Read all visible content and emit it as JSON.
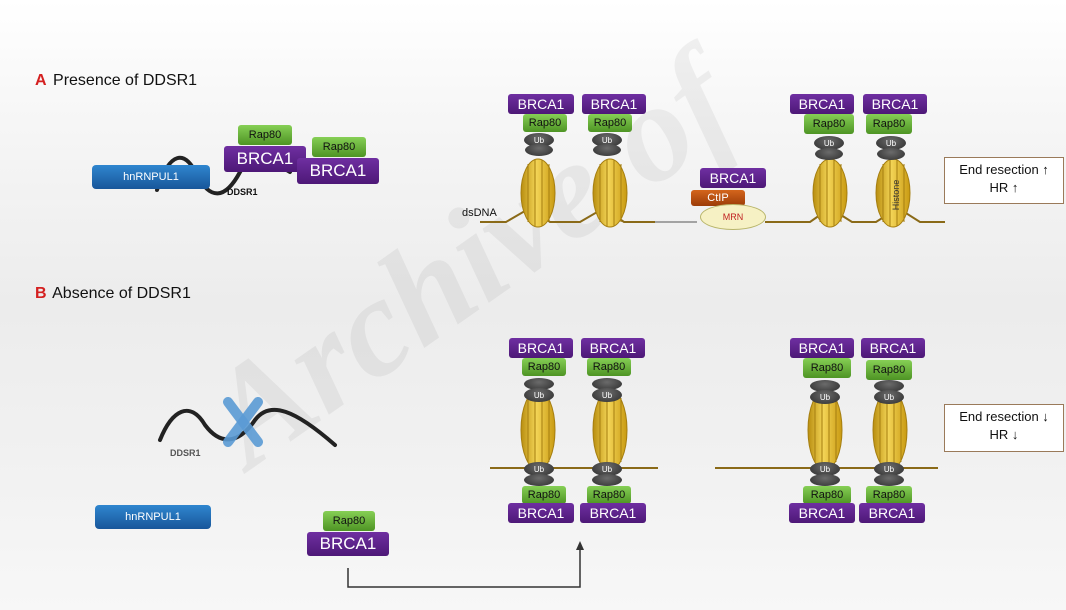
{
  "panel_a": {
    "letter": "A",
    "title": "Presence of DDSR1"
  },
  "panel_b": {
    "letter": "B",
    "title": "Absence of DDSR1"
  },
  "labels": {
    "hnrnpul1": "hnRNPUL1",
    "ddsr1": "DDSR1",
    "dsdna": "dsDNA",
    "brca1": "BRCA1",
    "rap80": "Rap80",
    "ub": "Ub",
    "ctip": "CtIP",
    "mrn": "MRN",
    "histone": "Histone"
  },
  "results": {
    "a_line1": "End resection ↑",
    "a_line2": "HR ↑",
    "b_line1": "End resection ↓",
    "b_line2": "HR ↓"
  },
  "colors": {
    "brca1": "#5a2088",
    "rap80": "#6ab43a",
    "hnrnpul1": "#1f6fb8",
    "ctip": "#b84a0f",
    "histone": "#e6c031",
    "dna": "#8a6a18",
    "panel_letter": "#d42020"
  }
}
